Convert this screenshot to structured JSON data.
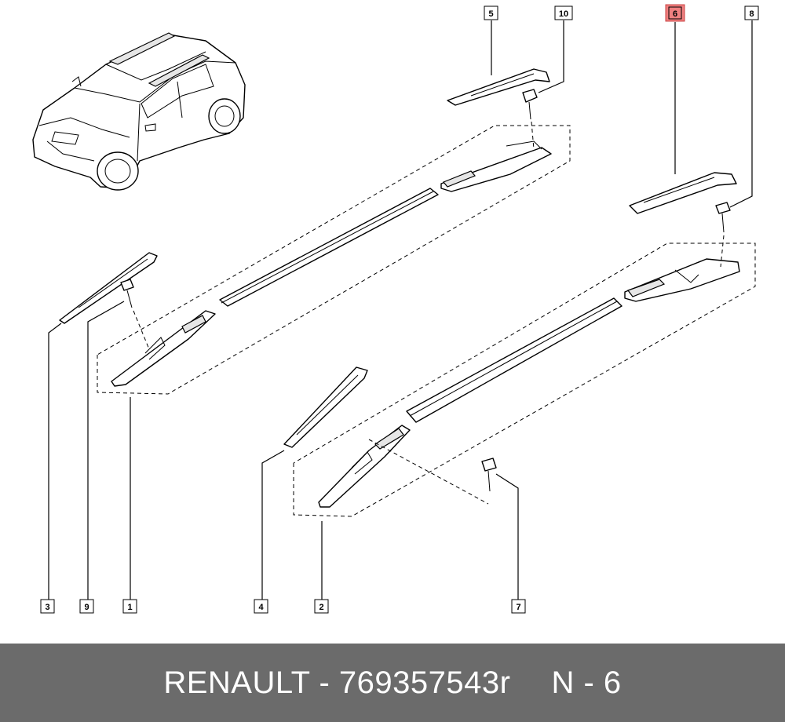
{
  "footer": {
    "brand": "RENAULT",
    "separator": " - ",
    "part_number": "769357543r",
    "position_label": "N - 6"
  },
  "callouts": {
    "c1": "1",
    "c2": "2",
    "c3": "3",
    "c4": "4",
    "c5": "5",
    "c6": "6",
    "c7": "7",
    "c8": "8",
    "c9": "9",
    "c10": "10"
  },
  "highlight_color": "#f08080"
}
